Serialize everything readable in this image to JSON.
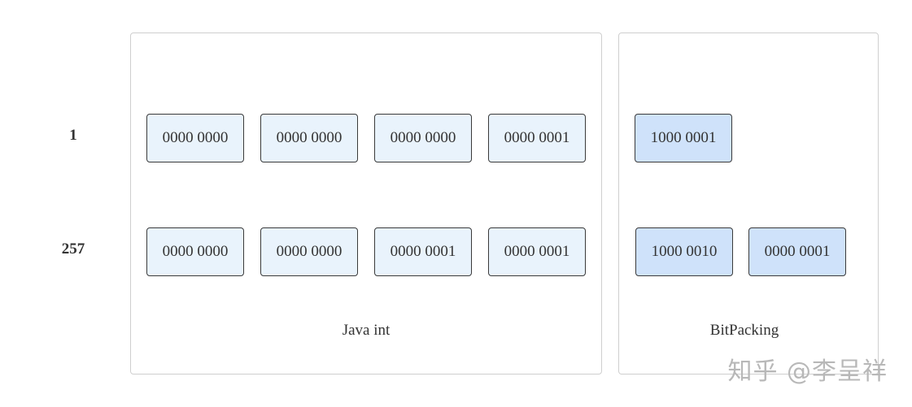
{
  "rows": [
    {
      "label": "1",
      "java_int": [
        "0000 0000",
        "0000 0000",
        "0000 0000",
        "0000 0001"
      ],
      "bitpacking": [
        "1000 0001"
      ]
    },
    {
      "label": "257",
      "java_int": [
        "0000 0000",
        "0000 0000",
        "0000 0001",
        "0000 0001"
      ],
      "bitpacking": [
        "1000 0010",
        "0000 0001"
      ]
    }
  ],
  "captions": {
    "java_int": "Java int",
    "bitpacking": "BitPacking"
  },
  "watermark": "知乎 @李呈祥"
}
